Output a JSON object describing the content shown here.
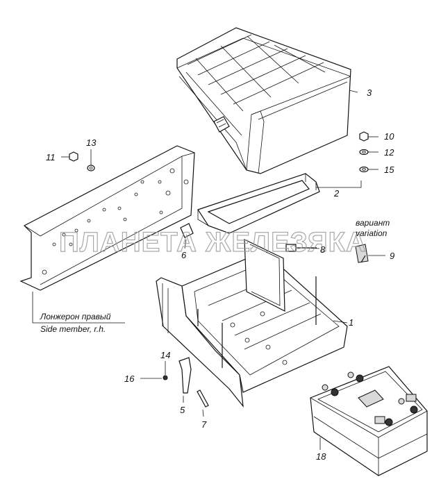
{
  "watermark": "ПЛАНЕТА ЖЕЛЕЗЯКА",
  "variant": {
    "ru": "вариант",
    "en": "variation"
  },
  "side_member": {
    "ru": "Лонжерон правый",
    "en": "Side member, r.h."
  },
  "callouts": {
    "c1": "1",
    "c2": "2",
    "c3": "3",
    "c5": "5",
    "c6": "6",
    "c7": "7",
    "c8": "8",
    "c9": "9",
    "c10": "10",
    "c11": "11",
    "c12": "12",
    "c13": "13",
    "c14": "14",
    "c15": "15",
    "c16": "16",
    "c18": "18"
  }
}
